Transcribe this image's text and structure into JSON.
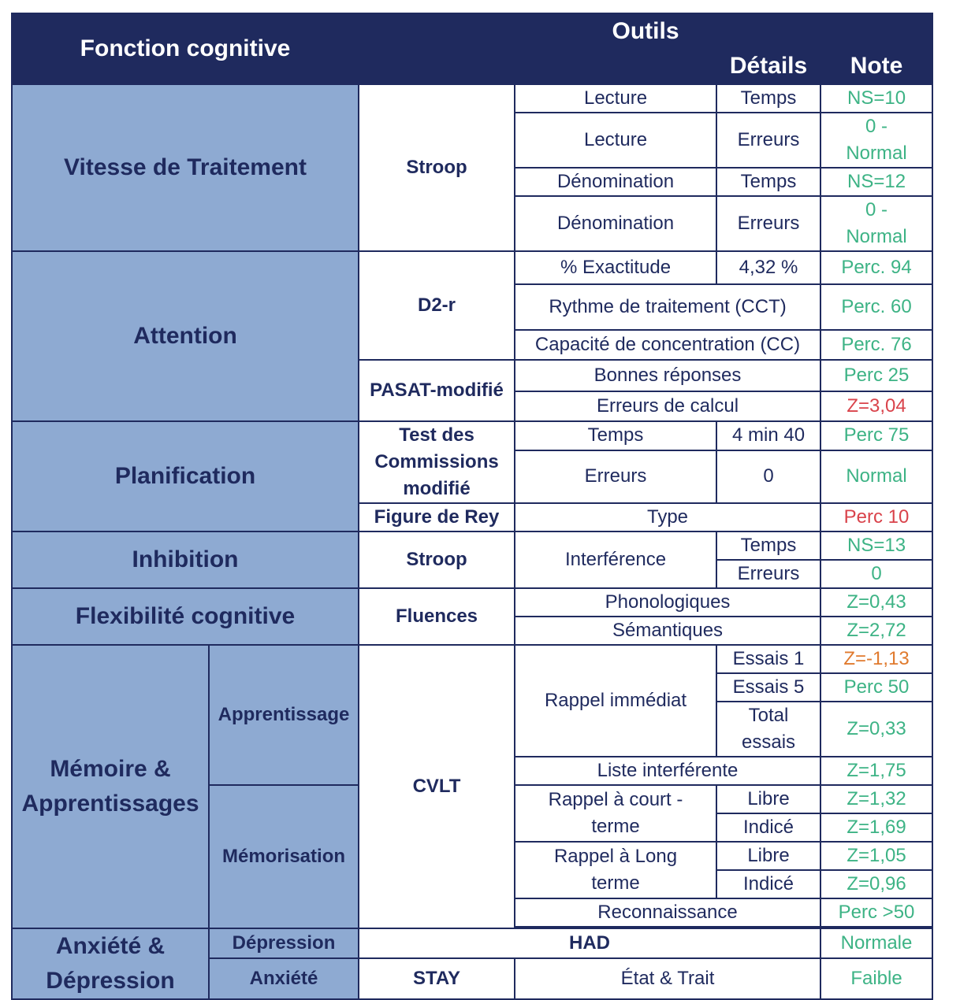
{
  "header": {
    "fonction": "Fonction cognitive",
    "outils": "Outils",
    "details": "Détails",
    "note": "Note"
  },
  "colors": {
    "header_bg": "#1f2a5e",
    "function_bg": "#8eaad2",
    "text_dark": "#1f2a5e",
    "note_green": "#3db385",
    "note_red": "#d9434b",
    "note_orange": "#e07a2e"
  },
  "vitesse": {
    "label": "Vitesse de Traitement",
    "tool": "Stroop",
    "r1": {
      "test": "Lecture",
      "detail": "Temps",
      "note": "NS=10"
    },
    "r2": {
      "test": "Lecture",
      "detail": "Erreurs",
      "note_a": "0 -",
      "note_b": "Normal"
    },
    "r3": {
      "test": "Dénomination",
      "detail": "Temps",
      "note": "NS=12"
    },
    "r4": {
      "test": "Dénomination",
      "detail": "Erreurs",
      "note_a": "0 -",
      "note_b": "Normal"
    }
  },
  "attention": {
    "label": "Attention",
    "d2r": "D2-r",
    "r1": {
      "test": "% Exactitude",
      "detail": "4,32 %",
      "note": "Perc. 94"
    },
    "r2": {
      "test": "Rythme de traitement (CCT)",
      "note": "Perc. 60"
    },
    "r3": {
      "test": "Capacité de concentration (CC)",
      "note": "Perc. 76"
    },
    "pasat": "PASAT-modifié",
    "r4": {
      "test": "Bonnes réponses",
      "note": "Perc 25"
    },
    "r5": {
      "test": "Erreurs de calcul",
      "note": "Z=3,04"
    }
  },
  "planification": {
    "label": "Planification",
    "tool_a": "Test des",
    "tool_b": "Commissions",
    "tool_c": "modifié",
    "r1": {
      "test": "Temps",
      "detail": "4 min 40",
      "note": "Perc 75"
    },
    "r2": {
      "test": "Erreurs",
      "detail": "0",
      "note": "Normal"
    },
    "rey": "Figure de Rey",
    "r3": {
      "test": "Type",
      "note": "Perc 10"
    }
  },
  "inhibition": {
    "label": "Inhibition",
    "tool": "Stroop",
    "test": "Interférence",
    "r1": {
      "detail": "Temps",
      "note": "NS=13"
    },
    "r2": {
      "detail": "Erreurs",
      "note": "0"
    }
  },
  "flexibilite": {
    "label": "Flexibilité cognitive",
    "tool": "Fluences",
    "r1": {
      "test": "Phonologiques",
      "note": "Z=0,43"
    },
    "r2": {
      "test": "Sémantiques",
      "note": "Z=2,72"
    }
  },
  "memoire": {
    "label_a": "Mémoire &",
    "label_b": "Apprentissages",
    "apprentissage": "Apprentissage",
    "memorisation": "Mémorisation",
    "tool": "CVLT",
    "rappel_immediat": "Rappel immédiat",
    "r1": {
      "detail": "Essais 1",
      "note": "Z=-1,13"
    },
    "r2": {
      "detail": "Essais 5",
      "note": "Perc 50"
    },
    "r3": {
      "detail_a": "Total",
      "detail_b": "essais",
      "note": "Z=0,33"
    },
    "liste": {
      "test": "Liste interférente",
      "note": "Z=1,75"
    },
    "court_a": "Rappel à court -",
    "court_b": "terme",
    "r5": {
      "detail": "Libre",
      "note": "Z=1,32"
    },
    "r6": {
      "detail": "Indicé",
      "note": "Z=1,69"
    },
    "long_a": "Rappel à Long",
    "long_b": "terme",
    "r7": {
      "detail": "Libre",
      "note": "Z=1,05"
    },
    "r8": {
      "detail": "Indicé",
      "note": "Z=0,96"
    },
    "reco": {
      "test": "Reconnaissance",
      "note": "Perc >50"
    }
  },
  "anxiete": {
    "label_a": "Anxiété &",
    "label_b": "Dépression",
    "depression": "Dépression",
    "had": "HAD",
    "dep_note": "Normale",
    "anxiete": "Anxiété",
    "stay": "STAY",
    "etat": "État & Trait",
    "anx_note": "Faible"
  }
}
